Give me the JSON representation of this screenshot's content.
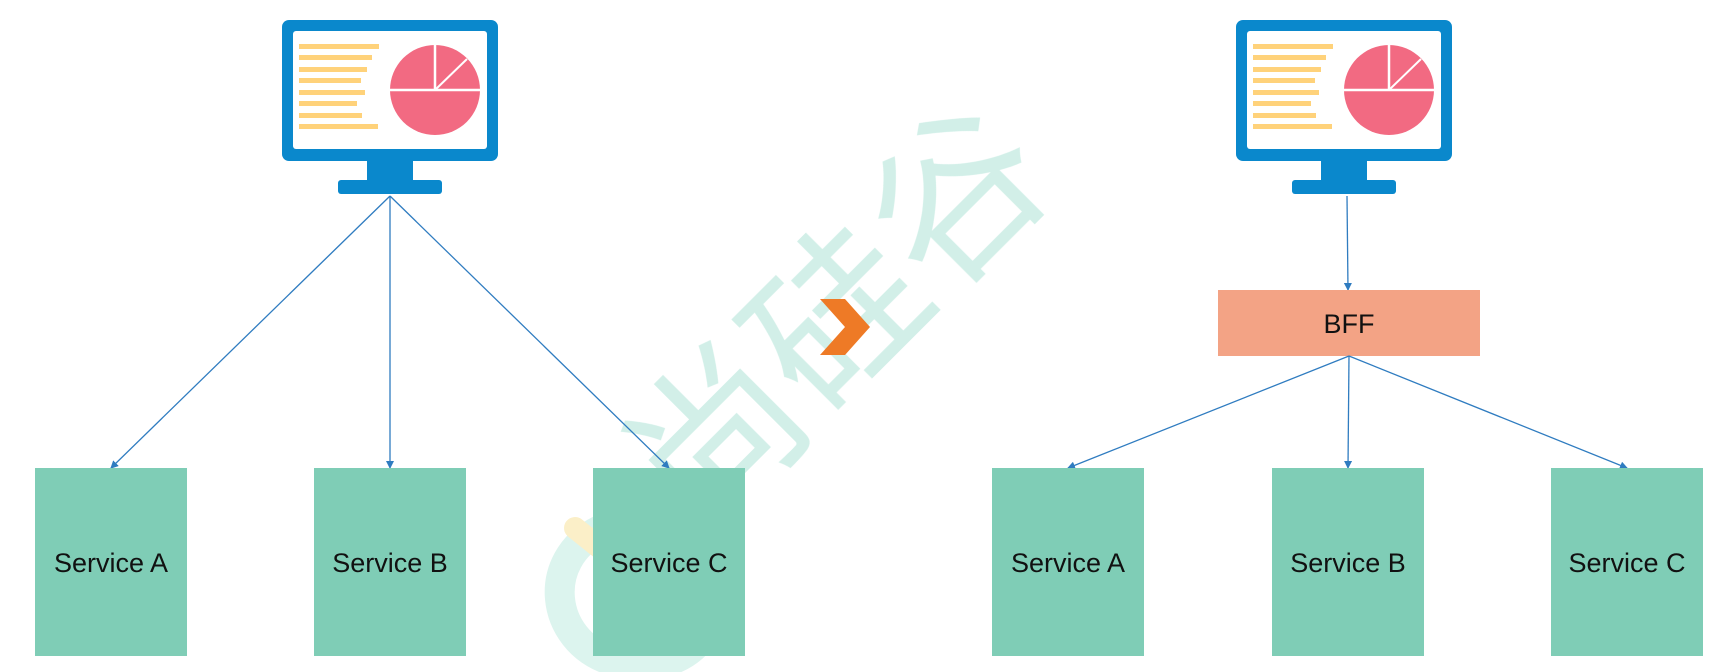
{
  "left_diagram": {
    "client": {
      "icon": "monitor-dashboard-icon"
    },
    "services": [
      "Service A",
      "Service B",
      "Service C"
    ]
  },
  "transition": {
    "icon": "chevron-right-icon"
  },
  "right_diagram": {
    "client": {
      "icon": "monitor-dashboard-icon"
    },
    "gateway": {
      "label": "BFF"
    },
    "services": [
      "Service A",
      "Service B",
      "Service C"
    ]
  },
  "watermark": {
    "text": "尚硅谷"
  },
  "colors": {
    "monitor_frame": "#0a88cc",
    "monitor_screen": "#ffffff",
    "text_lines": "#ffd27a",
    "pie": "#f26a82",
    "service_box": "#7fcdb6",
    "bff_box": "#f3a385",
    "arrow": "#2f7cc0",
    "chevron": "#ee7a26",
    "watermark": "#cdeee6"
  }
}
